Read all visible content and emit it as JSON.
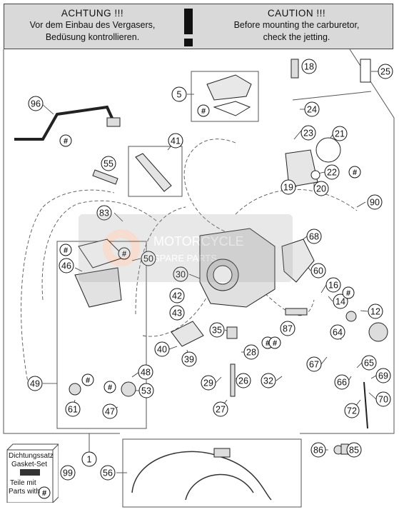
{
  "warning": {
    "de_title": "ACHTUNG !!!",
    "de_line1": "Vor dem Einbau des Vergasers,",
    "de_line2": "Bedüsung kontrollieren.",
    "en_title": "CAUTION !!!",
    "en_line1": "Before mounting the carburetor,",
    "en_line2": "check the jetting."
  },
  "part_labels": [
    "96",
    "5",
    "18",
    "25",
    "24",
    "41",
    "23",
    "21",
    "55",
    "22",
    "19",
    "20",
    "90",
    "83",
    "68",
    "50",
    "46",
    "30",
    "60",
    "16",
    "42",
    "14",
    "43",
    "12",
    "87",
    "35",
    "40",
    "39",
    "28",
    "64",
    "67",
    "65",
    "69",
    "49",
    "48",
    "29",
    "26",
    "32",
    "66",
    "70",
    "53",
    "61",
    "47",
    "27",
    "72",
    "86",
    "85",
    "1",
    "56",
    "99"
  ],
  "hash_symbol": "#",
  "gasket_set": {
    "line1": "Dichtungssatz",
    "line2": "Gasket-Set",
    "line3": "Teile mit",
    "line4": "Parts with"
  },
  "watermark": {
    "text1": "MOTORCYCLE",
    "text2": "SPARE PARTS"
  }
}
